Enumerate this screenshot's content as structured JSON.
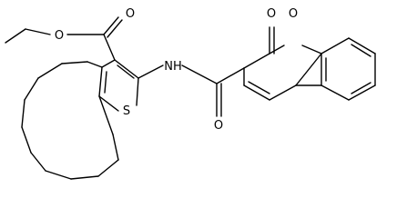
{
  "structure": {
    "atom_labels": {
      "ester_carbonyl_oxygen": "O",
      "ester_ether_oxygen": "O",
      "amide_nitrogen": "NH",
      "amide_carbonyl_oxygen": "O",
      "thiophene_sulfur": "S",
      "lactone_carbonyl_oxygen": "O",
      "lactone_ring_oxygen": "O"
    }
  }
}
